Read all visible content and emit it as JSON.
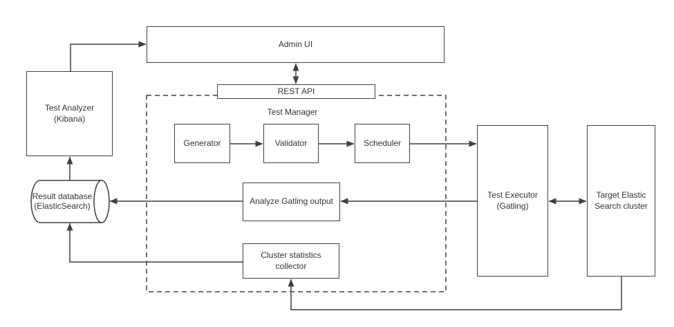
{
  "colors": {
    "line": "#3f3f3f",
    "text": "#333333",
    "background": "#ffffff",
    "node_fill": "#ffffff"
  },
  "nodes": {
    "admin_ui": {
      "label": "Admin UI"
    },
    "rest_api": {
      "label": "REST API"
    },
    "test_manager_group": {
      "label": "Test Manager"
    },
    "generator": {
      "label": "Generator"
    },
    "validator": {
      "label": "Validator"
    },
    "scheduler": {
      "label": "Scheduler"
    },
    "test_analyzer": {
      "label": "Test Analyzer\n(Kibana)"
    },
    "result_database": {
      "label": "Result database\n(ElasticSearch)"
    },
    "analyze_gatling_output": {
      "label": "Analyze Gatling output"
    },
    "cluster_statistics_collector": {
      "label": "Cluster statistics\ncollector"
    },
    "test_executor": {
      "label": "Test Executor\n(Gatling)"
    },
    "target_cluster": {
      "label": "Target Elastic\nSearch cluster"
    }
  },
  "edges": [
    {
      "from": "test_analyzer",
      "to": "admin_ui",
      "arrow": "end"
    },
    {
      "from": "admin_ui",
      "to": "rest_api",
      "arrow": "both"
    },
    {
      "from": "generator",
      "to": "validator",
      "arrow": "end"
    },
    {
      "from": "validator",
      "to": "scheduler",
      "arrow": "end"
    },
    {
      "from": "scheduler",
      "to": "test_executor",
      "arrow": "end"
    },
    {
      "from": "test_executor",
      "to": "target_cluster",
      "arrow": "both"
    },
    {
      "from": "test_executor",
      "to": "analyze_gatling_output",
      "arrow": "end"
    },
    {
      "from": "analyze_gatling_output",
      "to": "result_database",
      "arrow": "end"
    },
    {
      "from": "result_database",
      "to": "test_analyzer",
      "arrow": "end"
    },
    {
      "from": "cluster_statistics_collector",
      "to": "result_database",
      "arrow": "end"
    },
    {
      "from": "target_cluster",
      "to": "cluster_statistics_collector",
      "arrow": "end"
    }
  ]
}
